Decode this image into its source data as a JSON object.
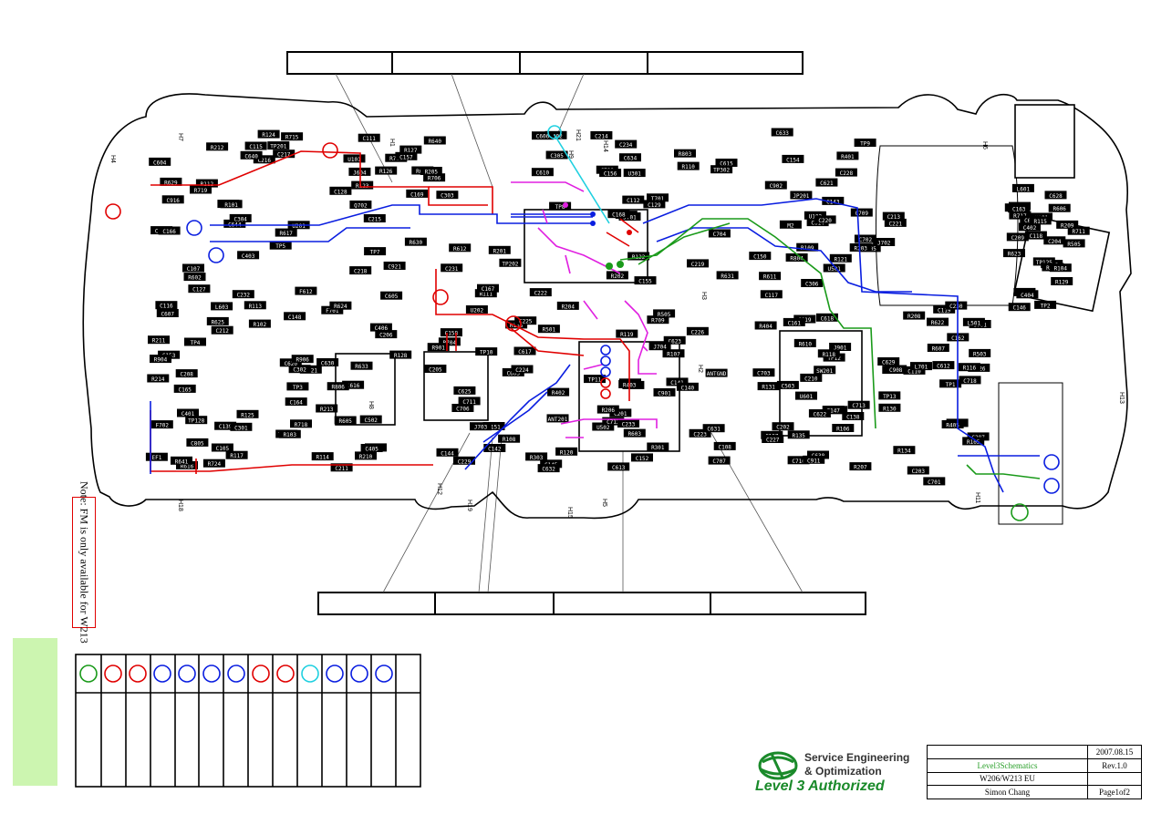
{
  "note": "Note: FM is only available for W213",
  "logo": {
    "line1": "Service Engineering",
    "line2": "& Optimization",
    "line3": "Level 3 Authorized"
  },
  "title_block": {
    "date": "2007.08.15",
    "name": "Level3Schematics",
    "rev": "Rev.1.0",
    "model": "W206/W213 EU",
    "author": "Simon Chang",
    "page": "Page1of2"
  },
  "colors": {
    "red": "#e00000",
    "blue": "#0a1ee0",
    "magenta": "#e020e0",
    "green": "#1a9a1a",
    "cyan": "#20d0e0",
    "board": "#000000"
  },
  "legend_circles": [
    "green",
    "red",
    "red",
    "blue",
    "blue",
    "blue",
    "blue",
    "red",
    "red",
    "cyan",
    "blue",
    "blue",
    "blue"
  ],
  "board_labels": [
    "H4",
    "H7",
    "H1",
    "H21",
    "H14",
    "H9",
    "H6",
    "H18",
    "H12",
    "H19",
    "H5",
    "H15",
    "H2",
    "H3",
    "H11",
    "H13",
    "H8",
    "H17"
  ],
  "components": [
    "C644",
    "J604",
    "C601",
    "R611",
    "C603",
    "R603",
    "C618",
    "R607",
    "R606",
    "C616",
    "C607",
    "F612",
    "Q702",
    "C615",
    "C614",
    "C617",
    "C613",
    "R610",
    "C612",
    "C608",
    "C630",
    "EF1",
    "R602",
    "R601",
    "T701",
    "C702",
    "R704",
    "R709",
    "C703",
    "R708",
    "R711",
    "R806",
    "C805",
    "R802",
    "R126",
    "R803",
    "R804",
    "C145",
    "C108",
    "C120",
    "C119",
    "C118",
    "C121",
    "C139",
    "C127",
    "C128",
    "C129",
    "C117",
    "C142",
    "C141",
    "C137",
    "R503",
    "C504",
    "C502",
    "C105",
    "C107",
    "C111",
    "D502",
    "U501",
    "R501",
    "R505",
    "C503",
    "C501",
    "C402",
    "C406",
    "C116",
    "C115",
    "R127",
    "C112",
    "C150",
    "C151",
    "C152",
    "C147",
    "C110",
    "C146",
    "C148",
    "C153",
    "C159",
    "C169",
    "C155",
    "C143",
    "C144",
    "C140",
    "C138",
    "C701",
    "R505",
    "R605",
    "R117",
    "C232",
    "C231",
    "C234",
    "C221",
    "C224",
    "C223",
    "C210",
    "C207",
    "C209",
    "C211",
    "C212",
    "C216",
    "C215",
    "C214",
    "C213",
    "C205",
    "C201",
    "C202",
    "C203",
    "C204",
    "C206",
    "C208",
    "U201",
    "U101",
    "U301",
    "U102",
    "U202",
    "U502",
    "U601",
    "U701",
    "U901",
    "F701",
    "F702",
    "R715",
    "R706",
    "C708",
    "C709",
    "C706",
    "C707",
    "C716",
    "C718",
    "R717",
    "R718",
    "R724",
    "R719",
    "R720",
    "C704",
    "C705",
    "C711",
    "C712",
    "C713",
    "L701",
    "C408",
    "C302",
    "C301",
    "C304",
    "C303",
    "C305",
    "C306",
    "R303",
    "R301",
    "C619",
    "C626",
    "C627",
    "C620",
    "R616",
    "R617",
    "R640",
    "C634",
    "C621",
    "C625",
    "C623",
    "C622",
    "R622",
    "R623",
    "R624",
    "R625",
    "R629",
    "R630",
    "R631",
    "C633",
    "C632",
    "C631",
    "C630",
    "C629",
    "C628",
    "R633",
    "R641",
    "C640",
    "R612",
    "C610",
    "C902",
    "R901",
    "C901",
    "C911",
    "C908",
    "C905",
    "R906",
    "R904",
    "C916",
    "C921",
    "J701",
    "J702",
    "J703",
    "J704",
    "J901",
    "TP1",
    "TP2",
    "TP3",
    "TP4",
    "TP5",
    "TP7",
    "TP8",
    "TP9",
    "TP10",
    "TP11",
    "TP12",
    "TP13",
    "TP125",
    "TP126",
    "TP128",
    "TP201",
    "TP202",
    "TP302",
    "JP201",
    "ANT201",
    "ANTGND",
    "R135",
    "R134",
    "R713",
    "R213",
    "R214",
    "R212",
    "R205",
    "C222",
    "C228",
    "C229",
    "C233",
    "SW201",
    "L501",
    "L601",
    "D701",
    "L603",
    "C604",
    "C605",
    "C606",
    "M2",
    "R133",
    "R132",
    "R131",
    "R130",
    "R129",
    "R128",
    "R125",
    "R124",
    "R123",
    "R122",
    "R121",
    "R120",
    "R119",
    "R118",
    "R116",
    "R115",
    "R114",
    "R113",
    "R112",
    "R111",
    "R110",
    "R109",
    "R108",
    "R107",
    "R106",
    "R105",
    "R104",
    "R103",
    "R102",
    "R101",
    "C157",
    "C156",
    "C154",
    "C158",
    "C160",
    "C161",
    "C162",
    "C163",
    "C164",
    "C165",
    "C166",
    "C167",
    "C168",
    "R401",
    "R402",
    "R403",
    "R404",
    "R405",
    "C404",
    "C405",
    "C401",
    "C403",
    "R201",
    "R202",
    "R203",
    "R204",
    "R206",
    "R207",
    "R208",
    "R209",
    "R210",
    "R211",
    "C217",
    "C218",
    "C219",
    "C220",
    "C225",
    "C226",
    "C227",
    "C230"
  ]
}
